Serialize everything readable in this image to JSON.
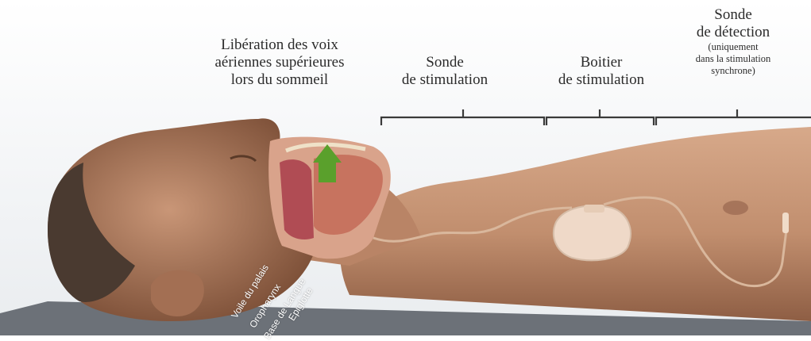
{
  "labels": {
    "airway": [
      "Libération des voix",
      "aériennes supérieures",
      "lors du sommeil"
    ],
    "stim_probe": [
      "Sonde",
      "de stimulation"
    ],
    "stim_box": [
      "Boitier",
      "de stimulation"
    ],
    "detect_probe": {
      "title": [
        "Sonde",
        "de détection"
      ],
      "note": [
        "(uniquement",
        "dans la stimulation",
        "synchrone)"
      ]
    }
  },
  "anatomy_labels": [
    "Voile du palais",
    "Oropharynx",
    "Base de Langue",
    "Epiglotte"
  ],
  "colors": {
    "skin": "#c99a7b",
    "skin_shadow": "#8d5f45",
    "hair": "#4a3a30",
    "airway_arrow": "#5aa02c",
    "device": "#efd9c8",
    "lead_wire": "#d9b79c",
    "bracket": "#3a3a3a",
    "table": "#6c7178"
  }
}
